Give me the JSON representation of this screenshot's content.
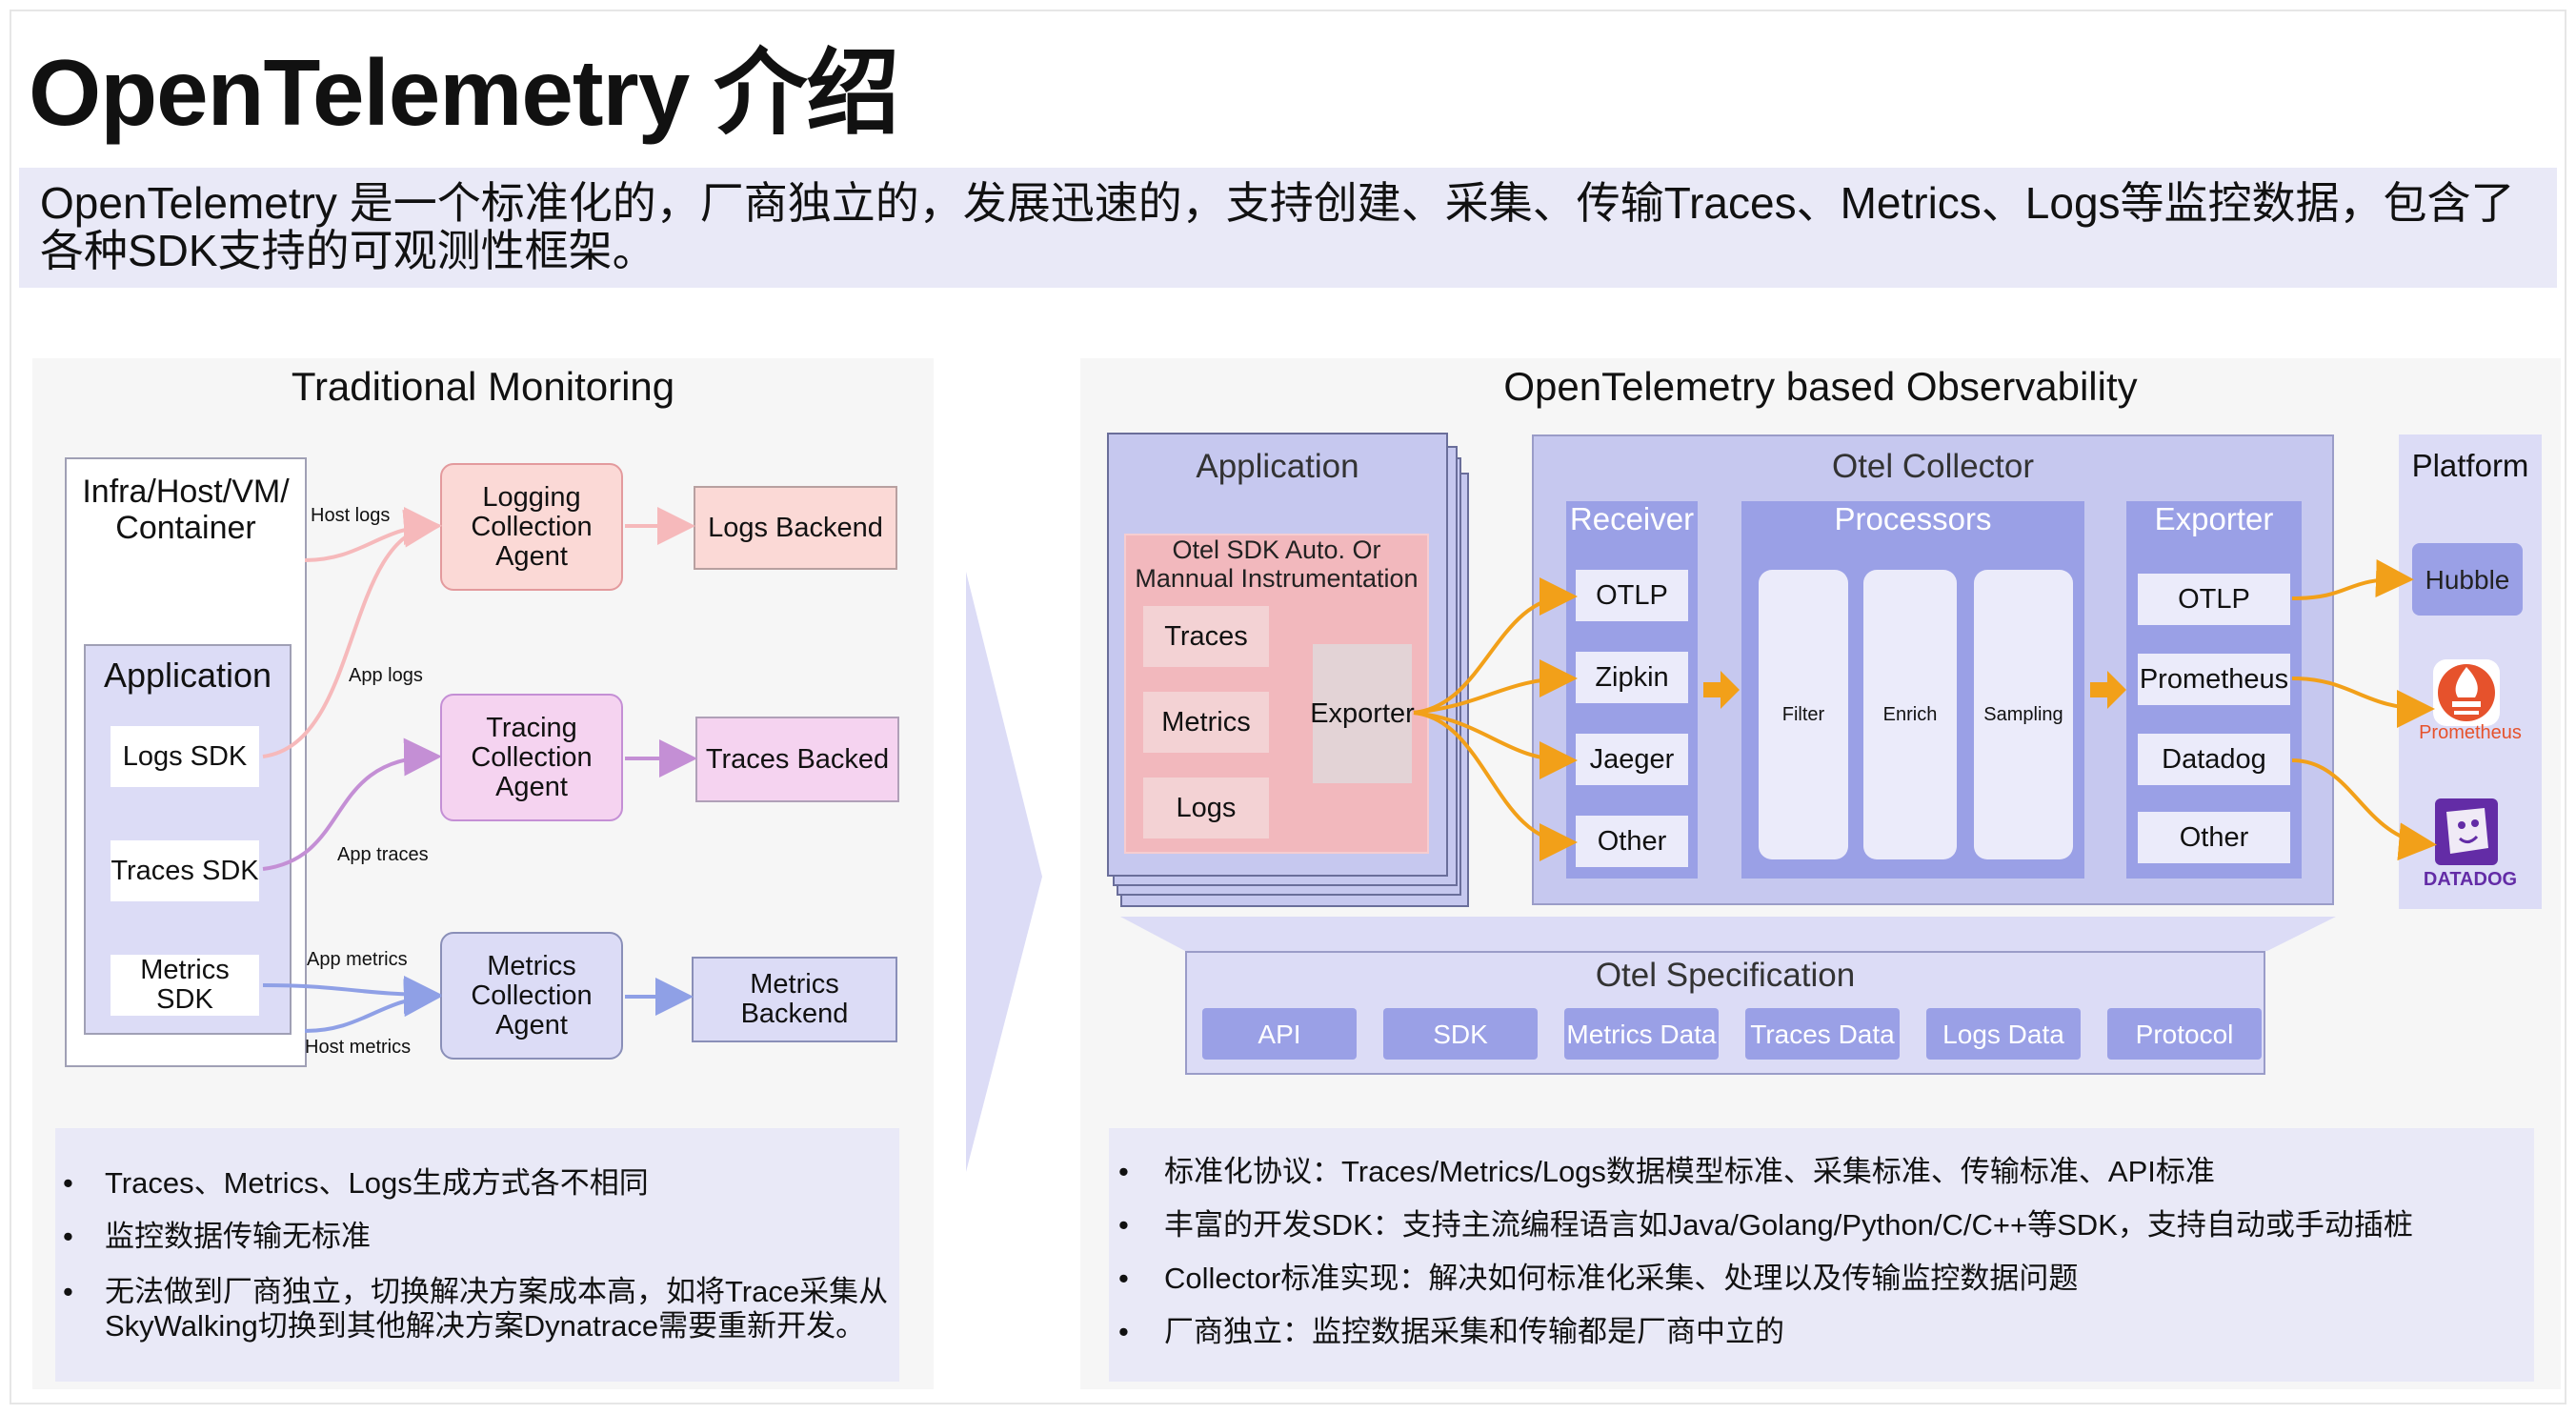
{
  "title": "OpenTelemetry 介绍",
  "intro": "OpenTelemetry 是一个标准化的，厂商独立的，发展迅速的，支持创建、采集、传输Traces、Metrics、Logs等监控数据，包含了各种SDK支持的可观测性框架。",
  "traditional": {
    "title": "Traditional Monitoring",
    "host_box": "Infra/Host/VM/ Container",
    "app_box": "Application",
    "sdks": [
      "Logs SDK",
      "Traces SDK",
      "Metrics SDK"
    ],
    "agents": [
      "Logging Collection Agent",
      "Tracing Collection Agent",
      "Metrics Collection Agent"
    ],
    "backends": [
      "Logs Backend",
      "Traces Backed",
      "Metrics Backend"
    ],
    "edge_labels": {
      "host_logs": "Host logs",
      "app_logs": "App logs",
      "app_traces": "App traces",
      "app_metrics": "App metrics",
      "host_metrics": "Host metrics"
    },
    "bullets": [
      "Traces、Metrics、Logs生成方式各不相同",
      "监控数据传输无标准",
      "无法做到厂商独立，切换解决方案成本高，如将Trace采集从SkyWalking切换到其他解决方案Dynatrace需要重新开发。"
    ]
  },
  "otel": {
    "title": "OpenTelemetry based Observability",
    "application": {
      "title": "Application",
      "sdk_label": "Otel SDK Auto. Or Mannual Instrumentation",
      "signals": [
        "Traces",
        "Metrics",
        "Logs"
      ],
      "exporter": "Exporter"
    },
    "collector": {
      "title": "Otel Collector",
      "receiver": {
        "title": "Receiver",
        "items": [
          "OTLP",
          "Zipkin",
          "Jaeger",
          "Other"
        ]
      },
      "processors": {
        "title": "Processors",
        "items": [
          "Filter",
          "Enrich",
          "Sampling"
        ]
      },
      "exporter": {
        "title": "Exporter",
        "items": [
          "OTLP",
          "Prometheus",
          "Datadog",
          "Other"
        ]
      }
    },
    "platform": {
      "title": "Platform",
      "items": [
        "Hubble",
        "Prometheus",
        "DATADOG"
      ]
    },
    "spec": {
      "title": "Otel Specification",
      "items": [
        "API",
        "SDK",
        "Metrics Data",
        "Traces Data",
        "Logs Data",
        "Protocol"
      ]
    },
    "bullets": [
      "标准化协议：Traces/Metrics/Logs数据模型标准、采集标准、传输标准、API标准",
      "丰富的开发SDK：支持主流编程语言如Java/Golang/Python/C/C++等SDK，支持自动或手动插桩",
      "Collector标准实现：解决如何标准化采集、处理以及传输监控数据问题",
      "厂商独立：监控数据采集和传输都是厂商中立的"
    ]
  },
  "colors": {
    "log_pink": "#f6b9bb",
    "trace_violet": "#c48fd5",
    "metric_blue": "#8fa0e6",
    "otel_orange": "#f2a019",
    "panel_blue": "#c6c8ef",
    "header_blue": "#9aa0e6"
  }
}
